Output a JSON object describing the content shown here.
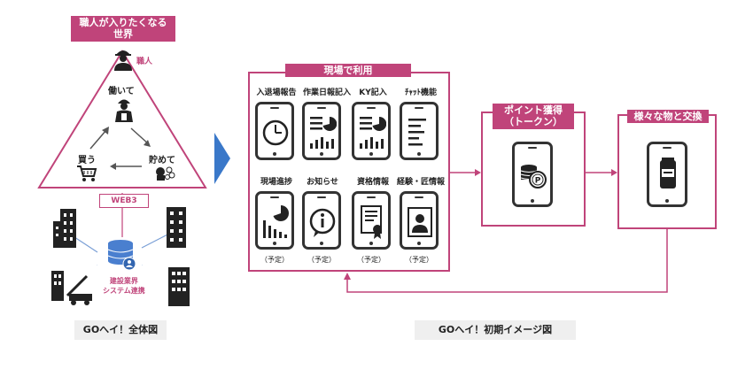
{
  "left": {
    "title": "職人が入りたくなる\n世界",
    "worker_label": "職人",
    "work_label": "働いて",
    "save_label": "貯めて",
    "buy_label": "買う",
    "web3_label": "WEB3",
    "industry_label": "建設業界\nシステム連携",
    "caption": "GOへイ！全体図"
  },
  "right": {
    "site_title": "現場で利用",
    "apps": [
      {
        "label": "入退場報告",
        "note": ""
      },
      {
        "label": "作業日報記入",
        "note": ""
      },
      {
        "label": "KY記入",
        "note": ""
      },
      {
        "label": "ﾁｬｯﾄ機能",
        "note": ""
      },
      {
        "label": "現場進捗",
        "note": "（予定）"
      },
      {
        "label": "お知らせ",
        "note": "（予定）"
      },
      {
        "label": "資格情報",
        "note": "（予定）"
      },
      {
        "label": "経験・匠情報",
        "note": "（予定）"
      }
    ],
    "points_title": "ポイント獲得\n（トークン）",
    "exchange_title": "様々な物と交換",
    "caption": "GOへイ！初期イメージ図"
  },
  "colors": {
    "accent": "#c0447a",
    "arrow_blue": "#3a78c9",
    "dark": "#333333"
  },
  "icons": [
    "worker-icon",
    "clock-icon",
    "report-chart-icon",
    "ky-chart-icon",
    "chat-doc-icon",
    "progress-chart-icon",
    "info-icon",
    "certificate-icon",
    "profile-card-icon",
    "coins-icon",
    "product-can-icon",
    "building-icon",
    "database-icon",
    "cart-icon",
    "piggy-icon"
  ]
}
